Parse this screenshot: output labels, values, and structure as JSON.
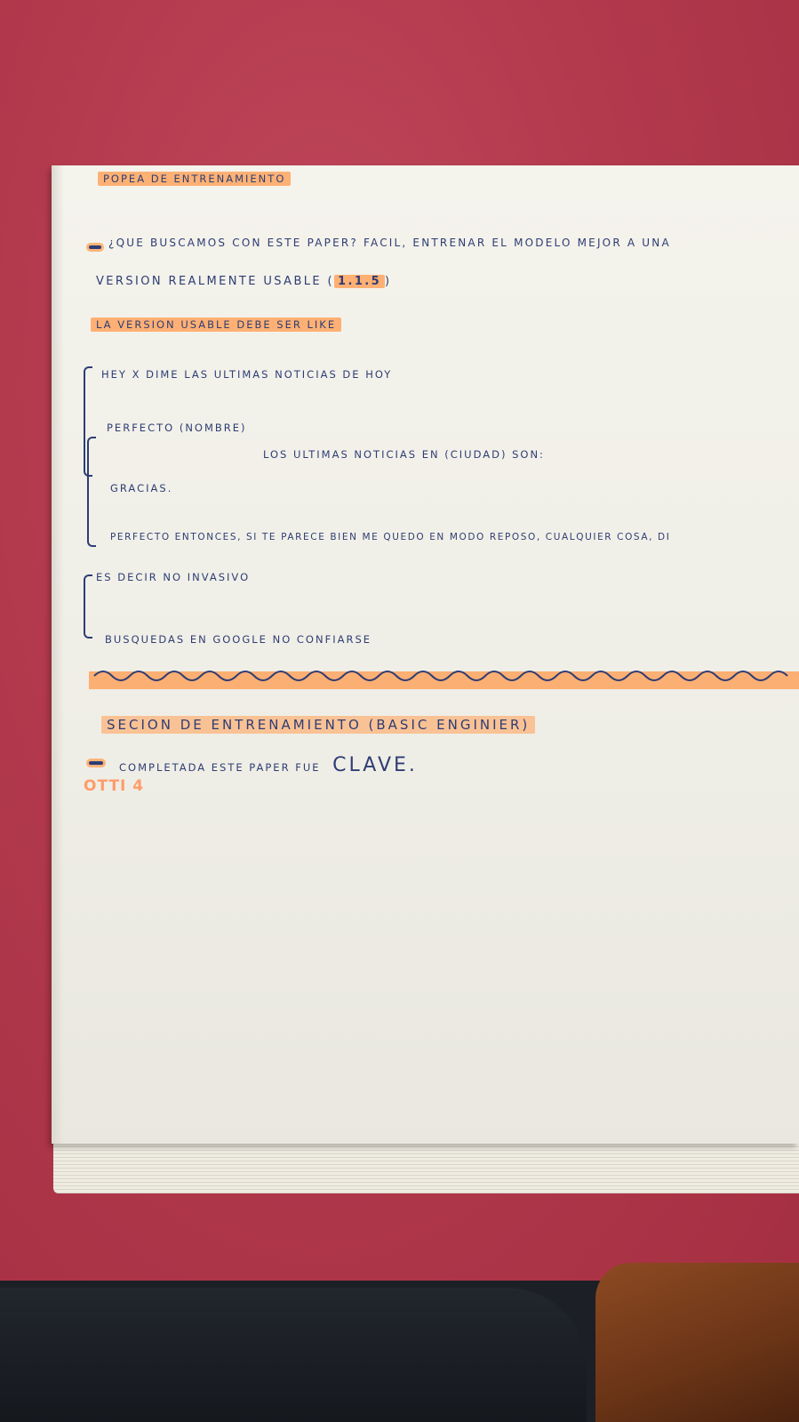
{
  "page": {
    "heading": "Popea de Entrenamiento",
    "line_1": "¿Que buscamos con este paper? Facil, entrenar el modelo mejor a una",
    "line_2_text": "Version realmente usable (",
    "version": "1.1.5",
    "line_2_close": ")",
    "subheading": "La Version Usable Debe ser like",
    "dialog": [
      "Hey x dime las ultimas noticias de hoy",
      "Perfecto (Nombre)",
      "los Ultimas Noticias en (ciudad) son:",
      "Gracias.",
      "Perfecto entonces, si te parece bien me quedo en modo reposo, cualquier cosa, di"
    ],
    "notes": [
      "Es decir no invasivo",
      "Busquedas en google no confiarse"
    ],
    "section_title": "Secion de Entrenamiento (Basic Enginier)",
    "completion_text": "Completada este paper fue",
    "completion_word": "CLAVE.",
    "margin_note": "OTTI 4"
  },
  "colors": {
    "ink": "#2e3d74",
    "highlighter": "#ffa55f",
    "table": "#b23a4c",
    "paper": "#f2f1ea"
  }
}
